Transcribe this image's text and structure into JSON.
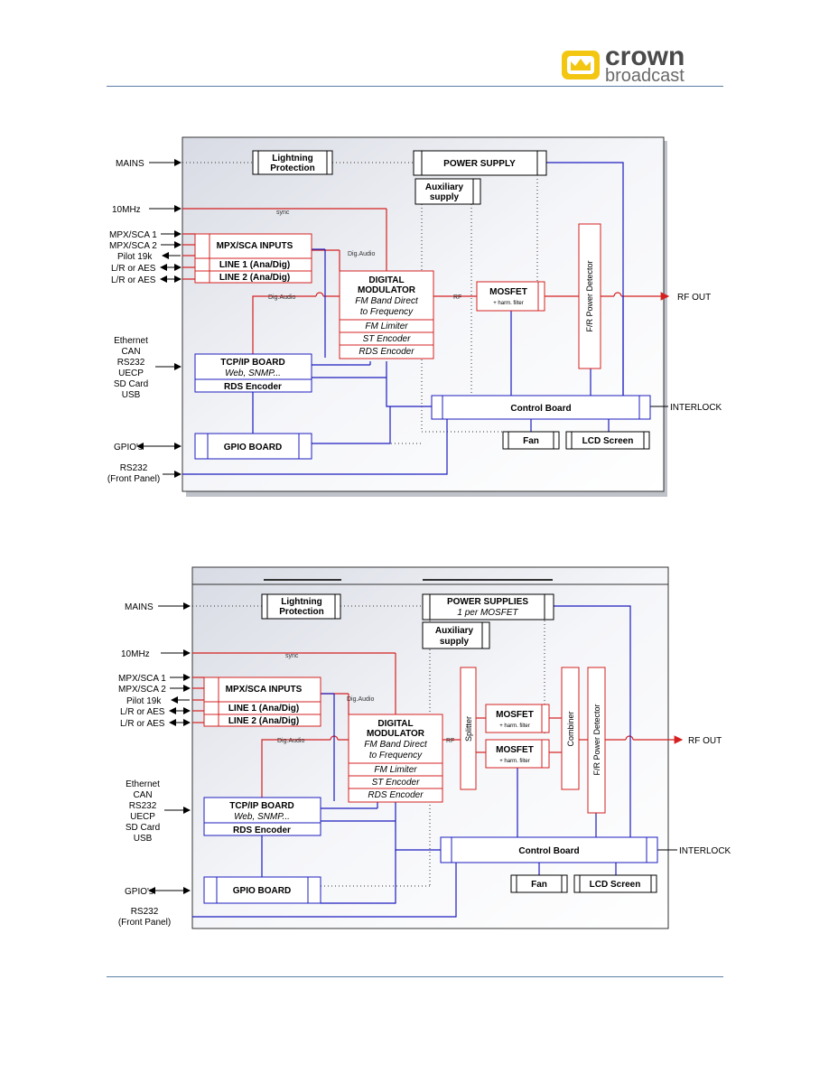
{
  "header": {
    "logo_top": "crown",
    "logo_bottom": "broadcast"
  },
  "colors": {
    "red": "#d42020",
    "blue": "#1c1cbf",
    "rule": "#5a7ea6",
    "logo_yellow": "#f3c611"
  },
  "diagram1": {
    "inputs": {
      "mains": "MAINS",
      "clock": "10MHz",
      "sync": "sync",
      "mpx1": "MPX/SCA 1",
      "mpx2": "MPX/SCA 2",
      "pilot": "Pilot 19k",
      "aes1": "L/R or AES",
      "aes2": "L/R or AES",
      "net": [
        "Ethernet",
        "CAN",
        "RS232",
        "UECP",
        "SD Card",
        "USB"
      ],
      "gpio": "GPIO's",
      "rs232": [
        "RS232",
        "(Front Panel)"
      ],
      "rfout": "RF OUT",
      "interlock": "INTERLOCK"
    },
    "blocks": {
      "lightning": [
        "Lightning",
        "Protection"
      ],
      "psu": "POWER SUPPLY",
      "aux": [
        "Auxiliary",
        "supply"
      ],
      "mpx": "MPX/SCA INPUTS",
      "line1": "LINE 1 (Ana/Dig)",
      "line2": "LINE 2 (Ana/Dig)",
      "mod_title": [
        "DIGITAL",
        "MODULATOR"
      ],
      "mod_sub": [
        "FM Band Direct",
        "to Frequency"
      ],
      "fmlim": "FM Limiter",
      "stenc": "ST Encoder",
      "rdsenc": "RDS Encoder",
      "mosfet": "MOSFET",
      "harm": "+ harm. filter",
      "detector": "F/R Power Detector",
      "tcp": "TCP/IP BOARD",
      "tcp_sub": "Web, SNMP...",
      "tcp_rds": "RDS Encoder",
      "control": "Control Board",
      "fan": "Fan",
      "lcd": "LCD Screen",
      "gpioboard": "GPIO BOARD",
      "dig_audio_a": "Dig.Audio",
      "dig_audio_b": "Dig.Audio",
      "rf": "RF"
    }
  },
  "diagram2": {
    "inputs": {
      "mains": "MAINS",
      "clock": "10MHz",
      "sync": "sync",
      "mpx1": "MPX/SCA 1",
      "mpx2": "MPX/SCA 2",
      "pilot": "Pilot 19k",
      "aes1": "L/R or AES",
      "aes2": "L/R or AES",
      "net": [
        "Ethernet",
        "CAN",
        "RS232",
        "UECP",
        "SD Card",
        "USB"
      ],
      "gpio": "GPIO's",
      "rs232": [
        "RS232",
        "(Front Panel)"
      ],
      "rfout": "RF OUT",
      "interlock": "INTERLOCK"
    },
    "blocks": {
      "lightning": [
        "Lightning",
        "Protection"
      ],
      "psu": "POWER SUPPLIES",
      "psu_sub": "1 per MOSFET",
      "aux": [
        "Auxiliary",
        "supply"
      ],
      "mpx": "MPX/SCA INPUTS",
      "line1": "LINE 1 (Ana/Dig)",
      "line2": "LINE 2 (Ana/Dig)",
      "mod_title": [
        "DIGITAL",
        "MODULATOR"
      ],
      "mod_sub": [
        "FM Band Direct",
        "to Frequency"
      ],
      "fmlim": "FM Limiter",
      "stenc": "ST Encoder",
      "rdsenc": "RDS Encoder",
      "splitter": "Splitter",
      "mosfet1": "MOSFET",
      "mosfet2": "MOSFET",
      "harm": "+ harm. filter",
      "combiner": "Combiner",
      "detector": "F/R Power Detector",
      "tcp": "TCP/IP BOARD",
      "tcp_sub": "Web, SNMP...",
      "tcp_rds": "RDS Encoder",
      "control": "Control Board",
      "fan": "Fan",
      "lcd": "LCD Screen",
      "gpioboard": "GPIO BOARD",
      "dig_audio_a": "Dig.Audio",
      "dig_audio_b": "Dig.Audio",
      "rf": "RF"
    }
  }
}
